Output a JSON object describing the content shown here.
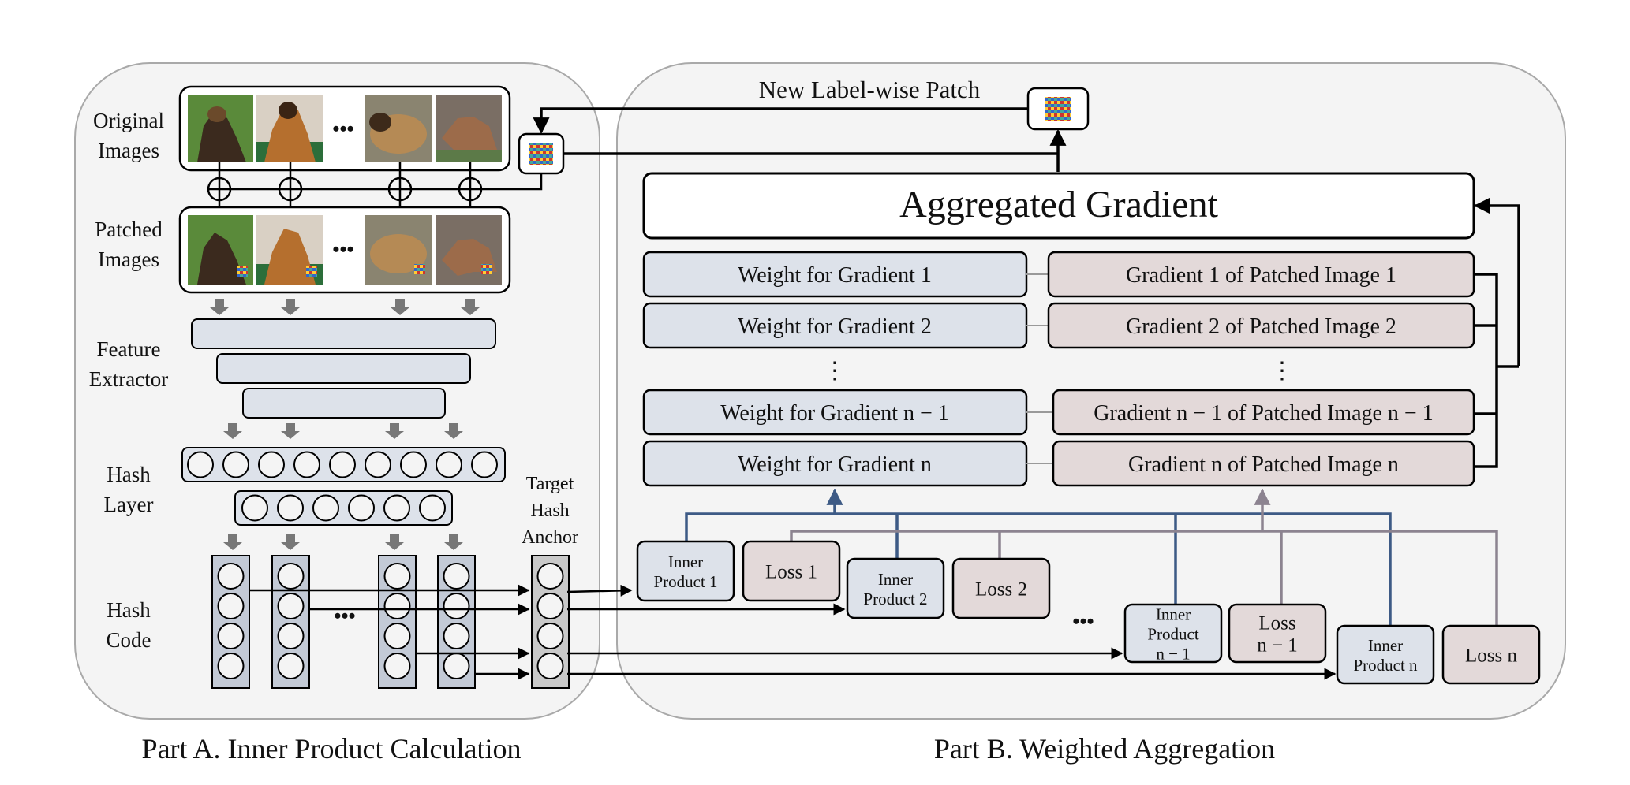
{
  "colors": {
    "panel_fill": "#f4f4f4",
    "panel_stroke": "#a9a9a9",
    "weight_box": "#dde2ea",
    "gradient_box": "#e3d9d9",
    "inner_product_box": "#dde2ea",
    "loss_box": "#e3d9d9",
    "hash_code_fill": "#c3cad6",
    "anchor_fill": "#c9c9c9",
    "blue_line": "#3d5a85",
    "gray_line": "#8c8390",
    "arrow_gray": "#777777"
  },
  "part_a": {
    "caption": "Part A. Inner Product Calculation",
    "original_images_label": [
      "Original",
      "Images"
    ],
    "patched_images_label": [
      "Patched",
      "Images"
    ],
    "feature_extractor_label": [
      "Feature",
      "Extractor"
    ],
    "hash_layer_label": [
      "Hash",
      "Layer"
    ],
    "hash_code_label": [
      "Hash",
      "Code"
    ],
    "target_hash_anchor_label": [
      "Target",
      "Hash",
      "Anchor"
    ],
    "ellipsis": "•••"
  },
  "part_b": {
    "caption": "Part B. Weighted Aggregation",
    "new_patch_label": "New Label-wise Patch",
    "aggregated_gradient": "Aggregated Gradient",
    "weights": [
      "Weight for Gradient 1",
      "Weight for Gradient 2",
      "Weight for Gradient n − 1",
      "Weight for Gradient n"
    ],
    "gradients": [
      "Gradient 1 of Patched Image 1",
      "Gradient 2 of Patched Image 2",
      "Gradient n − 1 of Patched Image n − 1",
      "Gradient n of Patched Image n"
    ],
    "vertical_ellipsis": "⋮",
    "inner_products": [
      [
        "Inner",
        "Product 1"
      ],
      [
        "Inner",
        "Product 2"
      ],
      [
        "Inner",
        "Product",
        "n − 1"
      ],
      [
        "Inner",
        "Product n"
      ]
    ],
    "losses": [
      [
        "Loss 1"
      ],
      [
        "Loss 2"
      ],
      [
        "Loss",
        "n − 1"
      ],
      [
        "Loss n"
      ]
    ],
    "ellipsis": "•••"
  }
}
